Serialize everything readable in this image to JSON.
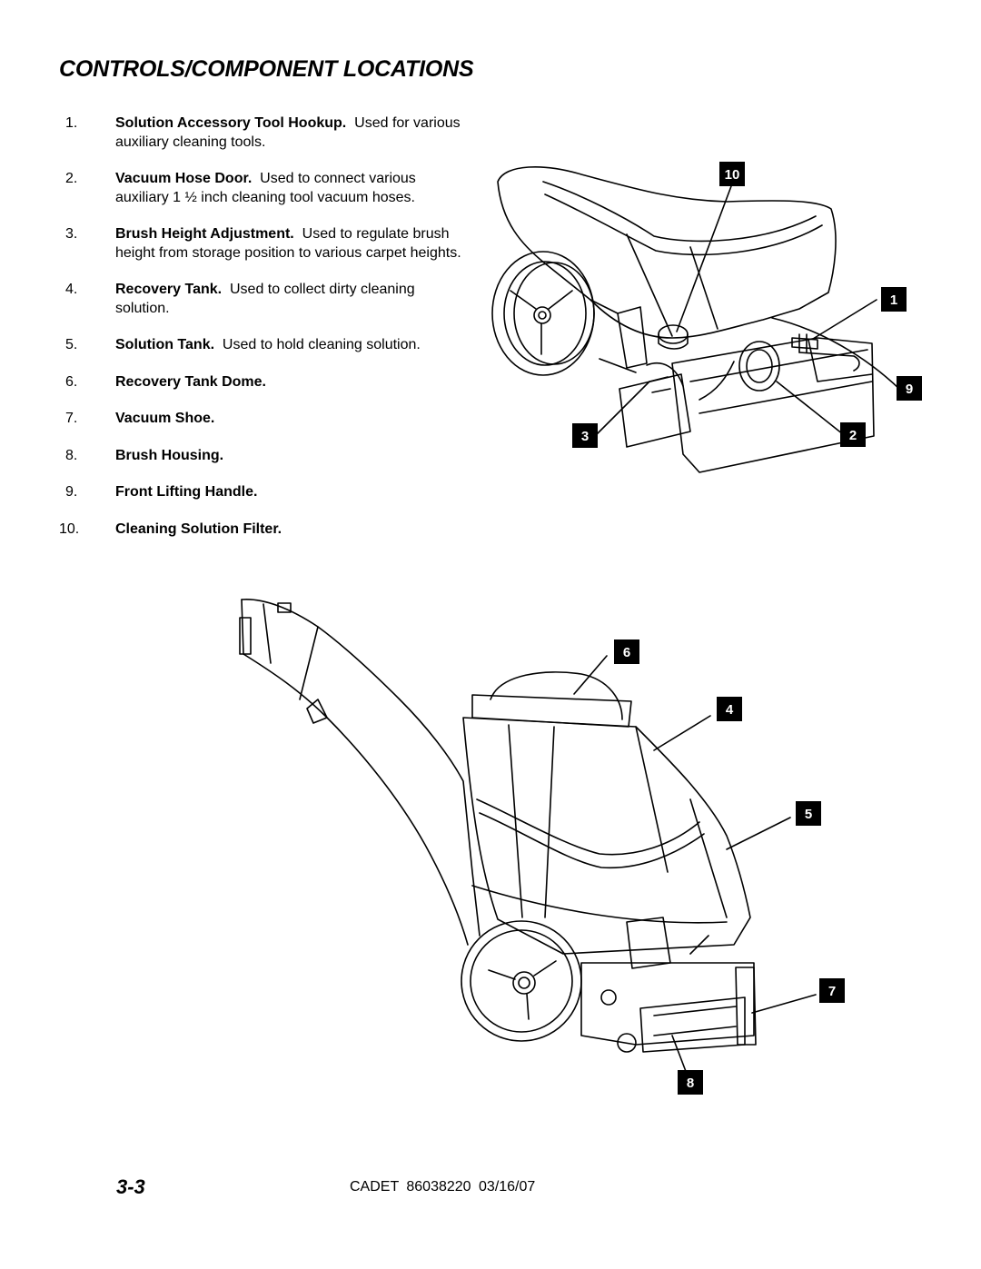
{
  "title": "CONTROLS/COMPONENT LOCATIONS",
  "items": [
    {
      "num": "1.",
      "name": "Solution Accessory Tool Hookup.",
      "desc": "Used for various auxiliary cleaning tools."
    },
    {
      "num": "2.",
      "name": "Vacuum Hose Door.",
      "desc": "Used to connect various auxiliary 1 ½ inch cleaning tool vacuum hoses."
    },
    {
      "num": "3.",
      "name": "Brush Height Adjustment.",
      "desc": "Used to regulate brush height from storage position to various carpet heights."
    },
    {
      "num": "4.",
      "name": "Recovery Tank.",
      "desc": "Used to collect dirty cleaning solution."
    },
    {
      "num": "5.",
      "name": "Solution Tank.",
      "desc": "Used to hold cleaning solution."
    },
    {
      "num": "6.",
      "name": "Recovery Tank Dome.",
      "desc": ""
    },
    {
      "num": "7.",
      "name": "Vacuum Shoe.",
      "desc": ""
    },
    {
      "num": "8.",
      "name": "Brush Housing.",
      "desc": ""
    },
    {
      "num": "9.",
      "name": "Front Lifting Handle.",
      "desc": ""
    },
    {
      "num": "10.",
      "name": "Cleaning Solution Filter.",
      "desc": ""
    }
  ],
  "callouts": {
    "c10": "10",
    "c1": "1",
    "c9": "9",
    "c2": "2",
    "c3": "3",
    "c6": "6",
    "c4": "4",
    "c5": "5",
    "c7": "7",
    "c8": "8"
  },
  "footer": {
    "page": "3-3",
    "doc": "CADET 86038220 03/16/07"
  }
}
